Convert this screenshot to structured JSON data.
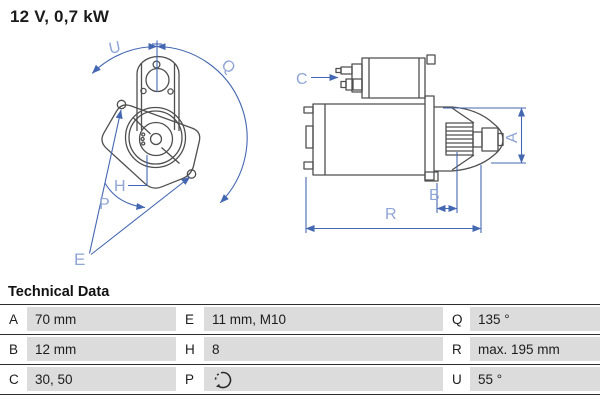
{
  "title": "12 V, 0,7 kW",
  "diagram": {
    "front_view": {
      "labels": {
        "u": "U",
        "q": "Q",
        "h": "H",
        "p": "P",
        "e": "E"
      }
    },
    "side_view": {
      "labels": {
        "c": "C",
        "a": "A",
        "b": "B",
        "r": "R"
      }
    },
    "colors": {
      "dimension_blue": "#4467b2",
      "label_blue": "#8fa5d6",
      "line_gray": "#4f4f4f"
    }
  },
  "technical_data": {
    "heading": "Technical Data",
    "rows": [
      {
        "cells": [
          {
            "key": "A",
            "value": "70 mm"
          },
          {
            "key": "E",
            "value": "11 mm, M10"
          },
          {
            "key": "Q",
            "value": "135 °"
          }
        ]
      },
      {
        "cells": [
          {
            "key": "B",
            "value": "12 mm"
          },
          {
            "key": "H",
            "value": "8"
          },
          {
            "key": "R",
            "value": "max. 195 mm"
          }
        ]
      },
      {
        "cells": [
          {
            "key": "C",
            "value": "30, 50"
          },
          {
            "key": "P",
            "value": "",
            "icon": "rotation-clockwise-icon"
          },
          {
            "key": "U",
            "value": "55 °"
          }
        ]
      }
    ]
  }
}
